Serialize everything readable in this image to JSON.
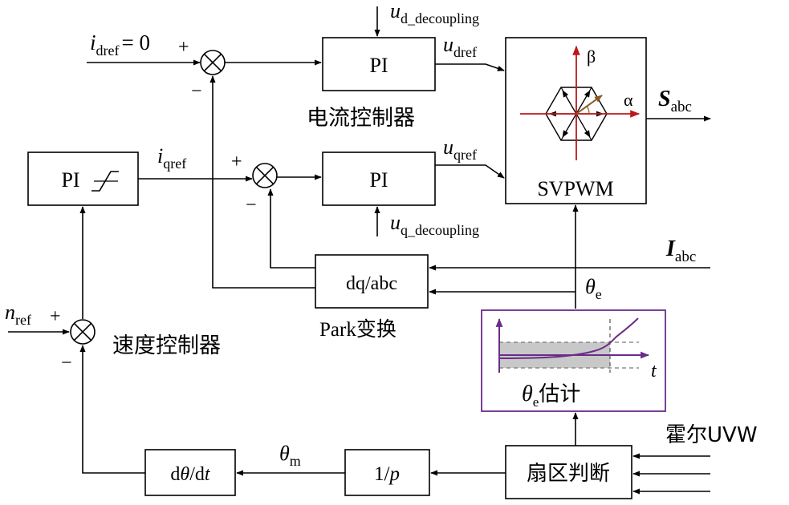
{
  "signals": {
    "idref": {
      "sym": "i",
      "sub": "dref",
      "tail": "= 0"
    },
    "iqref": {
      "sym": "i",
      "sub": "qref"
    },
    "udref": {
      "sym": "u",
      "sub": "dref"
    },
    "uqref": {
      "sym": "u",
      "sub": "qref"
    },
    "ud_dec": {
      "sym": "u",
      "sub": "d_decoupling"
    },
    "uq_dec": {
      "sym": "u",
      "sub": "q_decoupling"
    },
    "sabc": {
      "sym": "S",
      "sub": "abc"
    },
    "iabc": {
      "sym": "I",
      "sub": "abc"
    },
    "nref": {
      "sym": "n",
      "sub": "ref"
    },
    "theta_e": {
      "sym": "θ",
      "sub": "e"
    },
    "theta_m": {
      "sym": "θ",
      "sub": "m"
    },
    "hall": "霍尔UVW"
  },
  "blocks": {
    "pi_d": "PI",
    "pi_q": "PI",
    "pi_speed": "PI",
    "svpwm": "SVPWM",
    "dqabc": "dq/abc",
    "one_over_p": {
      "num": "1/",
      "var": "p"
    },
    "dtheta_dt": {
      "a": "d",
      "b": "θ",
      "c": "/d",
      "d": "t"
    },
    "sector": "扇区判断",
    "estimator": {
      "sym": "θ",
      "sub": "e",
      "text": "估计"
    }
  },
  "labels": {
    "current_ctrl": "电流控制器",
    "speed_ctrl": "速度控制器",
    "park": "Park变换",
    "alpha": "α",
    "beta": "β",
    "t_axis": "t"
  },
  "signs": {
    "plus": "+",
    "minus": "−"
  },
  "colors": {
    "accent_red": "#c0171d",
    "accent_purple": "#6a2c8a",
    "accent_brown": "#8b5a1f",
    "shade": "#c8c8c8"
  }
}
